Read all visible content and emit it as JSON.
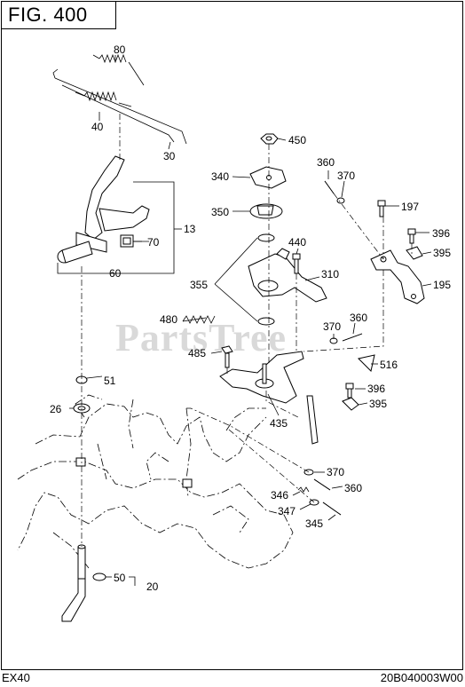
{
  "header": {
    "title": "FIG. 400"
  },
  "footer": {
    "model": "EX40",
    "code": "20B040003W00"
  },
  "watermark": "PartsTree",
  "callouts": [
    {
      "id": "80",
      "label": "80"
    },
    {
      "id": "40",
      "label": "40"
    },
    {
      "id": "30",
      "label": "30"
    },
    {
      "id": "13",
      "label": "13"
    },
    {
      "id": "70",
      "label": "70"
    },
    {
      "id": "60",
      "label": "60"
    },
    {
      "id": "51",
      "label": "51"
    },
    {
      "id": "26",
      "label": "26"
    },
    {
      "id": "50",
      "label": "50"
    },
    {
      "id": "20",
      "label": "20"
    },
    {
      "id": "450",
      "label": "450"
    },
    {
      "id": "340",
      "label": "340"
    },
    {
      "id": "350",
      "label": "350"
    },
    {
      "id": "360a",
      "label": "360"
    },
    {
      "id": "370a",
      "label": "370"
    },
    {
      "id": "197",
      "label": "197"
    },
    {
      "id": "396a",
      "label": "396"
    },
    {
      "id": "395a",
      "label": "395"
    },
    {
      "id": "195",
      "label": "195"
    },
    {
      "id": "440",
      "label": "440"
    },
    {
      "id": "310",
      "label": "310"
    },
    {
      "id": "355",
      "label": "355"
    },
    {
      "id": "480",
      "label": "480"
    },
    {
      "id": "370b",
      "label": "370"
    },
    {
      "id": "360b",
      "label": "360"
    },
    {
      "id": "485",
      "label": "485"
    },
    {
      "id": "516",
      "label": "516"
    },
    {
      "id": "396b",
      "label": "396"
    },
    {
      "id": "395b",
      "label": "395"
    },
    {
      "id": "435",
      "label": "435"
    },
    {
      "id": "370c",
      "label": "370"
    },
    {
      "id": "360c",
      "label": "360"
    },
    {
      "id": "346",
      "label": "346"
    },
    {
      "id": "347",
      "label": "347"
    },
    {
      "id": "345",
      "label": "345"
    }
  ]
}
